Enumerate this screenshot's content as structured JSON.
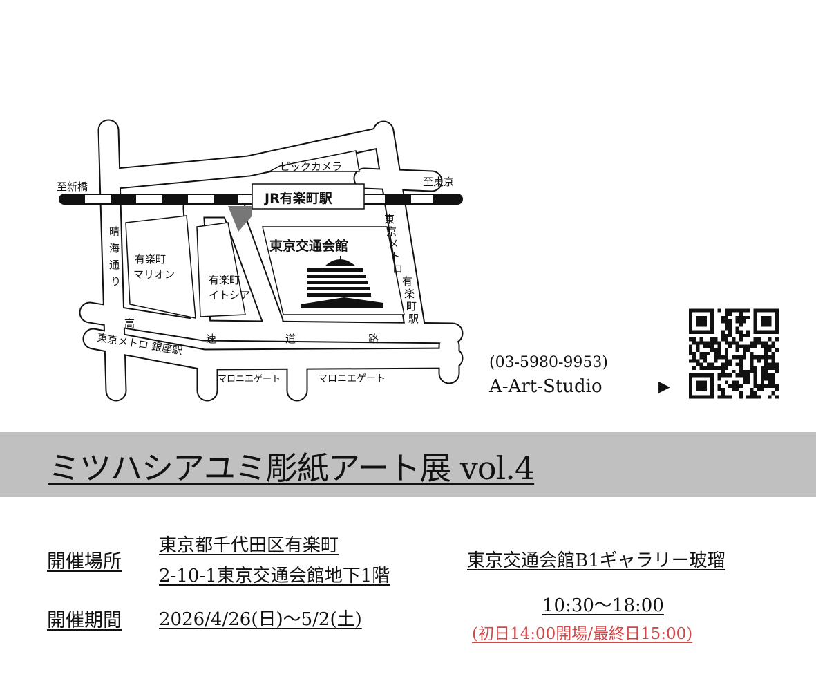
{
  "map": {
    "labels": {
      "to_shinbashi": "至新橋",
      "to_tokyo": "至東京",
      "bic_camera": "ビックカメラ",
      "jr_station": "JR有楽町駅",
      "harumi_dori": [
        "晴",
        "海",
        "通",
        "り"
      ],
      "marion": [
        "有楽町",
        "マリオン"
      ],
      "itocia": [
        "有楽町",
        "イトシア"
      ],
      "kotsu_kaikan": "東京交通会館",
      "metro_yurakucho": [
        "東",
        "京",
        "メ",
        "ト",
        "ロ",
        "",
        "有",
        "楽",
        "町",
        "駅"
      ],
      "highway": [
        "高",
        "速",
        "道",
        "路"
      ],
      "metro_ginza": "東京メトロ 銀座駅",
      "marronnier_1": "マロニエゲート",
      "marronnier_2": "マロニエゲート"
    }
  },
  "contact": {
    "phone": "(03-5980-9953)",
    "studio": "A-Art-Studio",
    "arrow": "▶"
  },
  "title": "ミツハシアユミ彫紙アート展 vol.4",
  "info": {
    "venue_label": "開催場所",
    "address_line1": "東京都千代田区有楽町",
    "address_line2": "2-10-1東京交通会館地下1階",
    "venue_name": "東京交通会館B1ギャラリー玻瑠",
    "period_label": "開催期間",
    "dates": "2026/4/26(日)〜5/2(土)",
    "hours": "10:30〜18:00",
    "hours_note": "(初日14:00開場/最終日15:00)"
  },
  "colors": {
    "band": "#c0c0c0",
    "note": "#d04848"
  }
}
